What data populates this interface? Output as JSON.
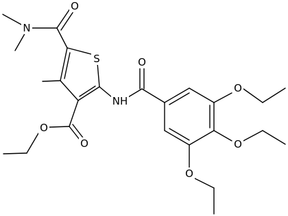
{
  "molecule": {
    "atoms": [
      {
        "id": "N_amide",
        "symbol": "N",
        "label": "N"
      },
      {
        "id": "O_amide",
        "symbol": "O",
        "label": "O"
      },
      {
        "id": "S1",
        "symbol": "S",
        "label": "S"
      },
      {
        "id": "NH",
        "symbol": "N",
        "label": "NH"
      },
      {
        "id": "O_benzoyl",
        "symbol": "O",
        "label": "O"
      },
      {
        "id": "O_ethoxy_3",
        "symbol": "O",
        "label": "O"
      },
      {
        "id": "O_ethoxy_4",
        "symbol": "O",
        "label": "O"
      },
      {
        "id": "O_ethoxy_5",
        "symbol": "O",
        "label": "O"
      },
      {
        "id": "O_ester_carbonyl",
        "symbol": "O",
        "label": "O"
      },
      {
        "id": "O_ester",
        "symbol": "O",
        "label": "O"
      }
    ],
    "colors": {
      "bond": "#000000",
      "label": "#000000",
      "background": "#ffffff"
    }
  }
}
